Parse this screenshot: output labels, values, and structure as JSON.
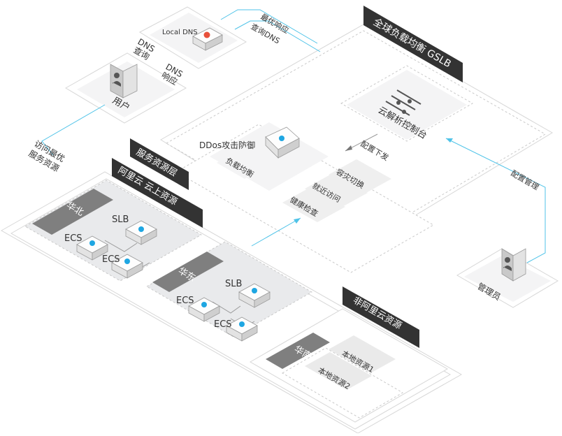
{
  "title_gslb": "全球负载均衡 GSLB",
  "cloud_dns_console": "云解析控制台",
  "config_publish": "配置下发",
  "config_manage": "配置管理",
  "ddos": "DDos攻击防御",
  "load_balance": "负载均衡",
  "disaster_switch": "容灾切换",
  "nearby_access": "就近访问",
  "health_check": "健康检查",
  "local_dns": "Local DNS",
  "dns_query_line1": "DNS",
  "dns_query_line2": "查询",
  "dns_response_line1": "DNS",
  "dns_response_line2": "响应",
  "best_response": "最优响应",
  "query_dns": "查询DNS",
  "user": "用户",
  "admin": "管理员",
  "access_best_line1": "访问最优",
  "access_best_line2": "服务资源",
  "service_layer": "服务资源层",
  "aliyun_resources": "阿里云  云上资源",
  "north_china": "华北",
  "east_china": "华东",
  "south_china": "华南",
  "slb": "SLB",
  "ecs": "ECS",
  "non_aliyun": "非阿里云资源",
  "local_resource_1": "本地资源1",
  "local_resource_2": "本地资源2",
  "colors": {
    "accent_line": "#4fc3e8",
    "label_dark": "#333333",
    "band_grey": "#7f7f7f",
    "icon_blue": "#1ea6e2",
    "dns_red": "#e8503a"
  },
  "icons": [
    "cloud-dns-console-icon",
    "ddos-shield-icon",
    "local-dns-icon",
    "user-person-icon",
    "admin-person-icon",
    "slb-icon",
    "ecs-icon"
  ]
}
